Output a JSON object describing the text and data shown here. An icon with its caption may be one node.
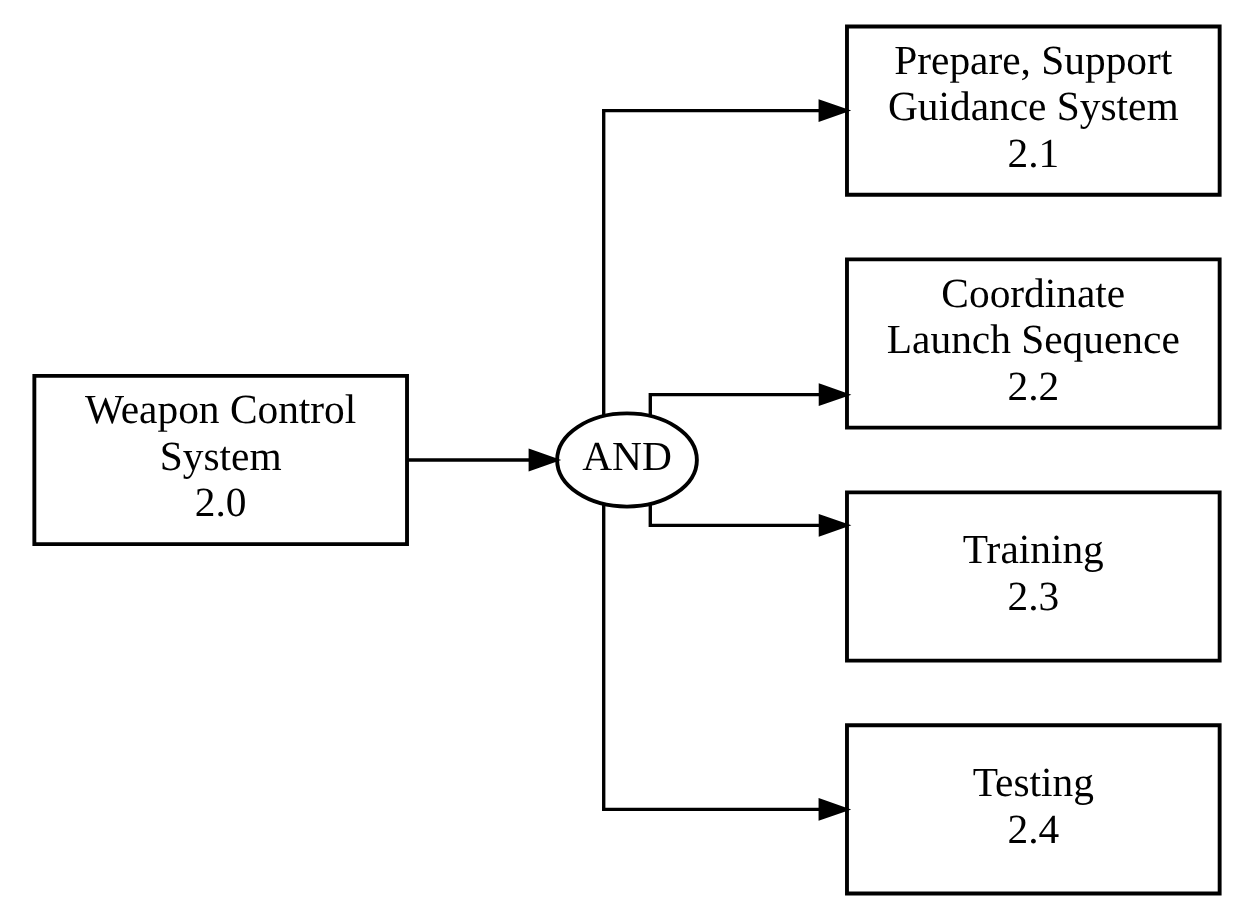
{
  "diagram": {
    "nodes": [
      {
        "text": [
          "Weapon Control System",
          "2.0"
        ]
      },
      {
        "text": [
          "AND"
        ]
      },
      {
        "text": [
          "Prepare, Support Guidance System",
          "2.1"
        ]
      },
      {
        "text": [
          "Coordinate Launch Sequence",
          "2.2"
        ]
      },
      {
        "text": [
          "Training",
          "2.3"
        ]
      },
      {
        "text": [
          "Testing",
          "2.4"
        ]
      }
    ],
    "edges": [
      {
        "from": 0,
        "to": 1,
        "arrow": "to"
      },
      {
        "from": 1,
        "to": 2,
        "arrow": "to"
      },
      {
        "from": 1,
        "to": 3,
        "arrow": "to"
      },
      {
        "from": 1,
        "to": 4,
        "arrow": "to"
      },
      {
        "from": 1,
        "to": 5,
        "arrow": "to"
      }
    ]
  }
}
